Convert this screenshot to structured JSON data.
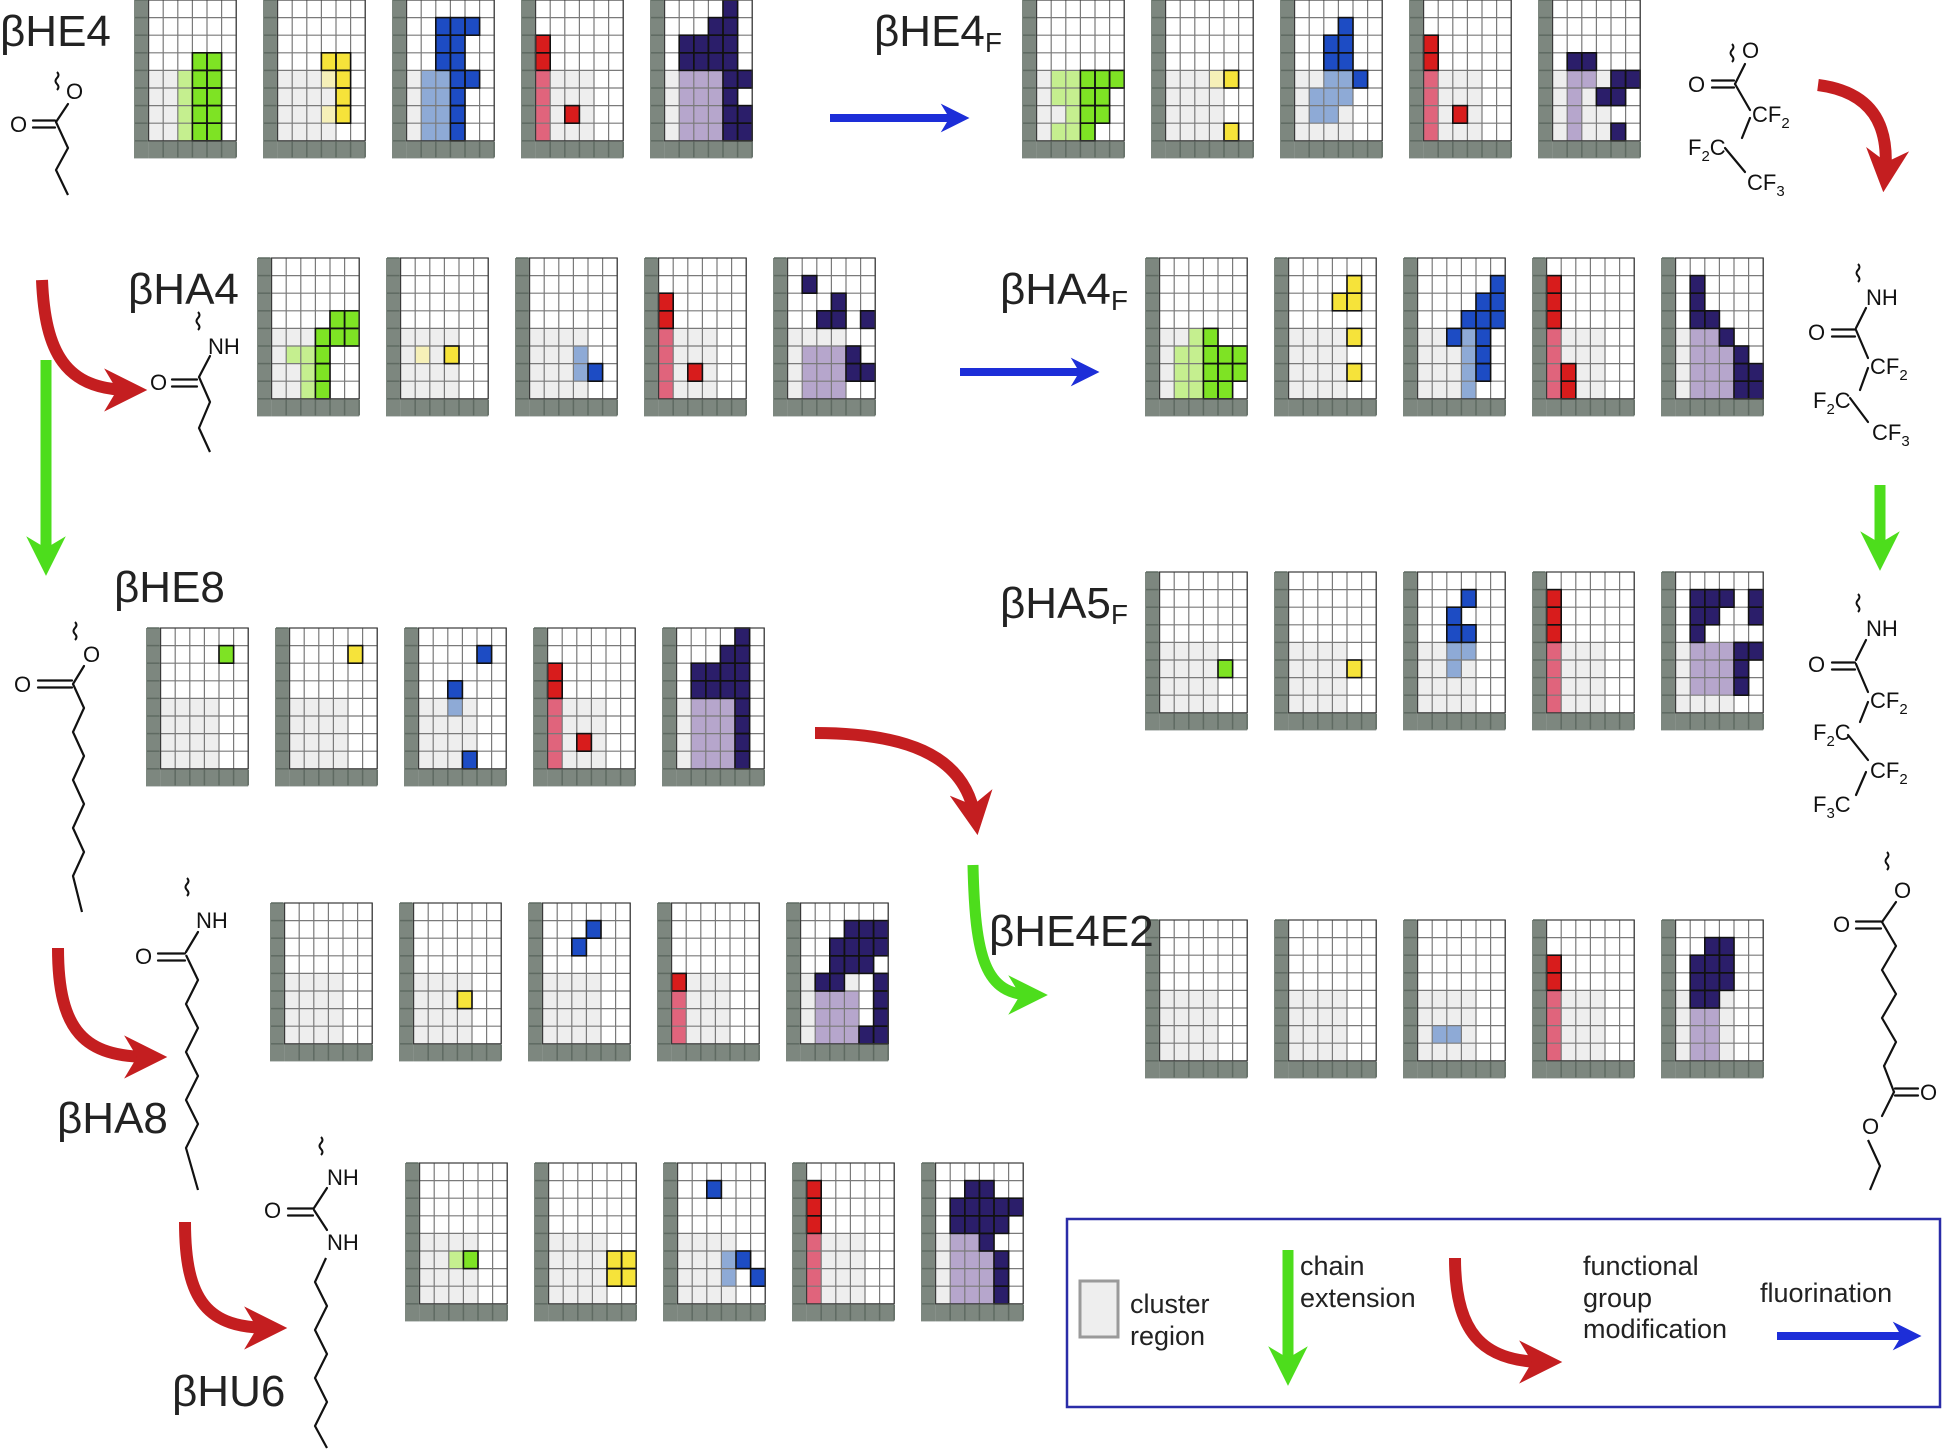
{
  "colors": {
    "grid_bg": "#ffffff",
    "grid_line": "#7a7a7a",
    "frame_cell": "#7d877f",
    "frame_dark": "#3a3a3a",
    "cluster": "#eeeeee",
    "green": "#7ee324",
    "green_light": "#c5ef8f",
    "yellow": "#f6e33a",
    "yellow_light": "#f6f0b8",
    "blue": "#1d4cc4",
    "blue_light": "#8eaad6",
    "red": "#d81c1c",
    "red_light": "#e0647c",
    "purple": "#2b1e6a",
    "purple_light": "#b6a6cc",
    "arrow_red": "#c41e20",
    "arrow_green": "#4ddd1c",
    "arrow_blue": "#1d2ed8",
    "legend_border": "#2a2ca8"
  },
  "labels": {
    "bhe4": "βHE4",
    "bhe4f": "βHE4",
    "bhe4f_sub": "F",
    "bha4": "βHA4",
    "bha4f": "βHA4",
    "bha4f_sub": "F",
    "bhe8": "βHE8",
    "bha5f": "βHA5",
    "bha5f_sub": "F",
    "bhe4e2": "βHE4E2",
    "bha8": "βHA8",
    "bhu6": "βHU6"
  },
  "chem": {
    "o": "O",
    "nh": "NH",
    "cf2": "CF",
    "cf3": "CF",
    "f2c": "F",
    "f3c": "F",
    "c": "C",
    "sub2": "2",
    "sub3": "3"
  },
  "legend": {
    "cluster": "cluster region",
    "chain": "chain extension",
    "functional": "functional group modification",
    "fluorination": "fluorination"
  },
  "icons": [
    "wavy-bond-icon",
    "red-curved-arrow-icon",
    "green-down-arrow-icon",
    "blue-right-arrow-icon"
  ]
}
